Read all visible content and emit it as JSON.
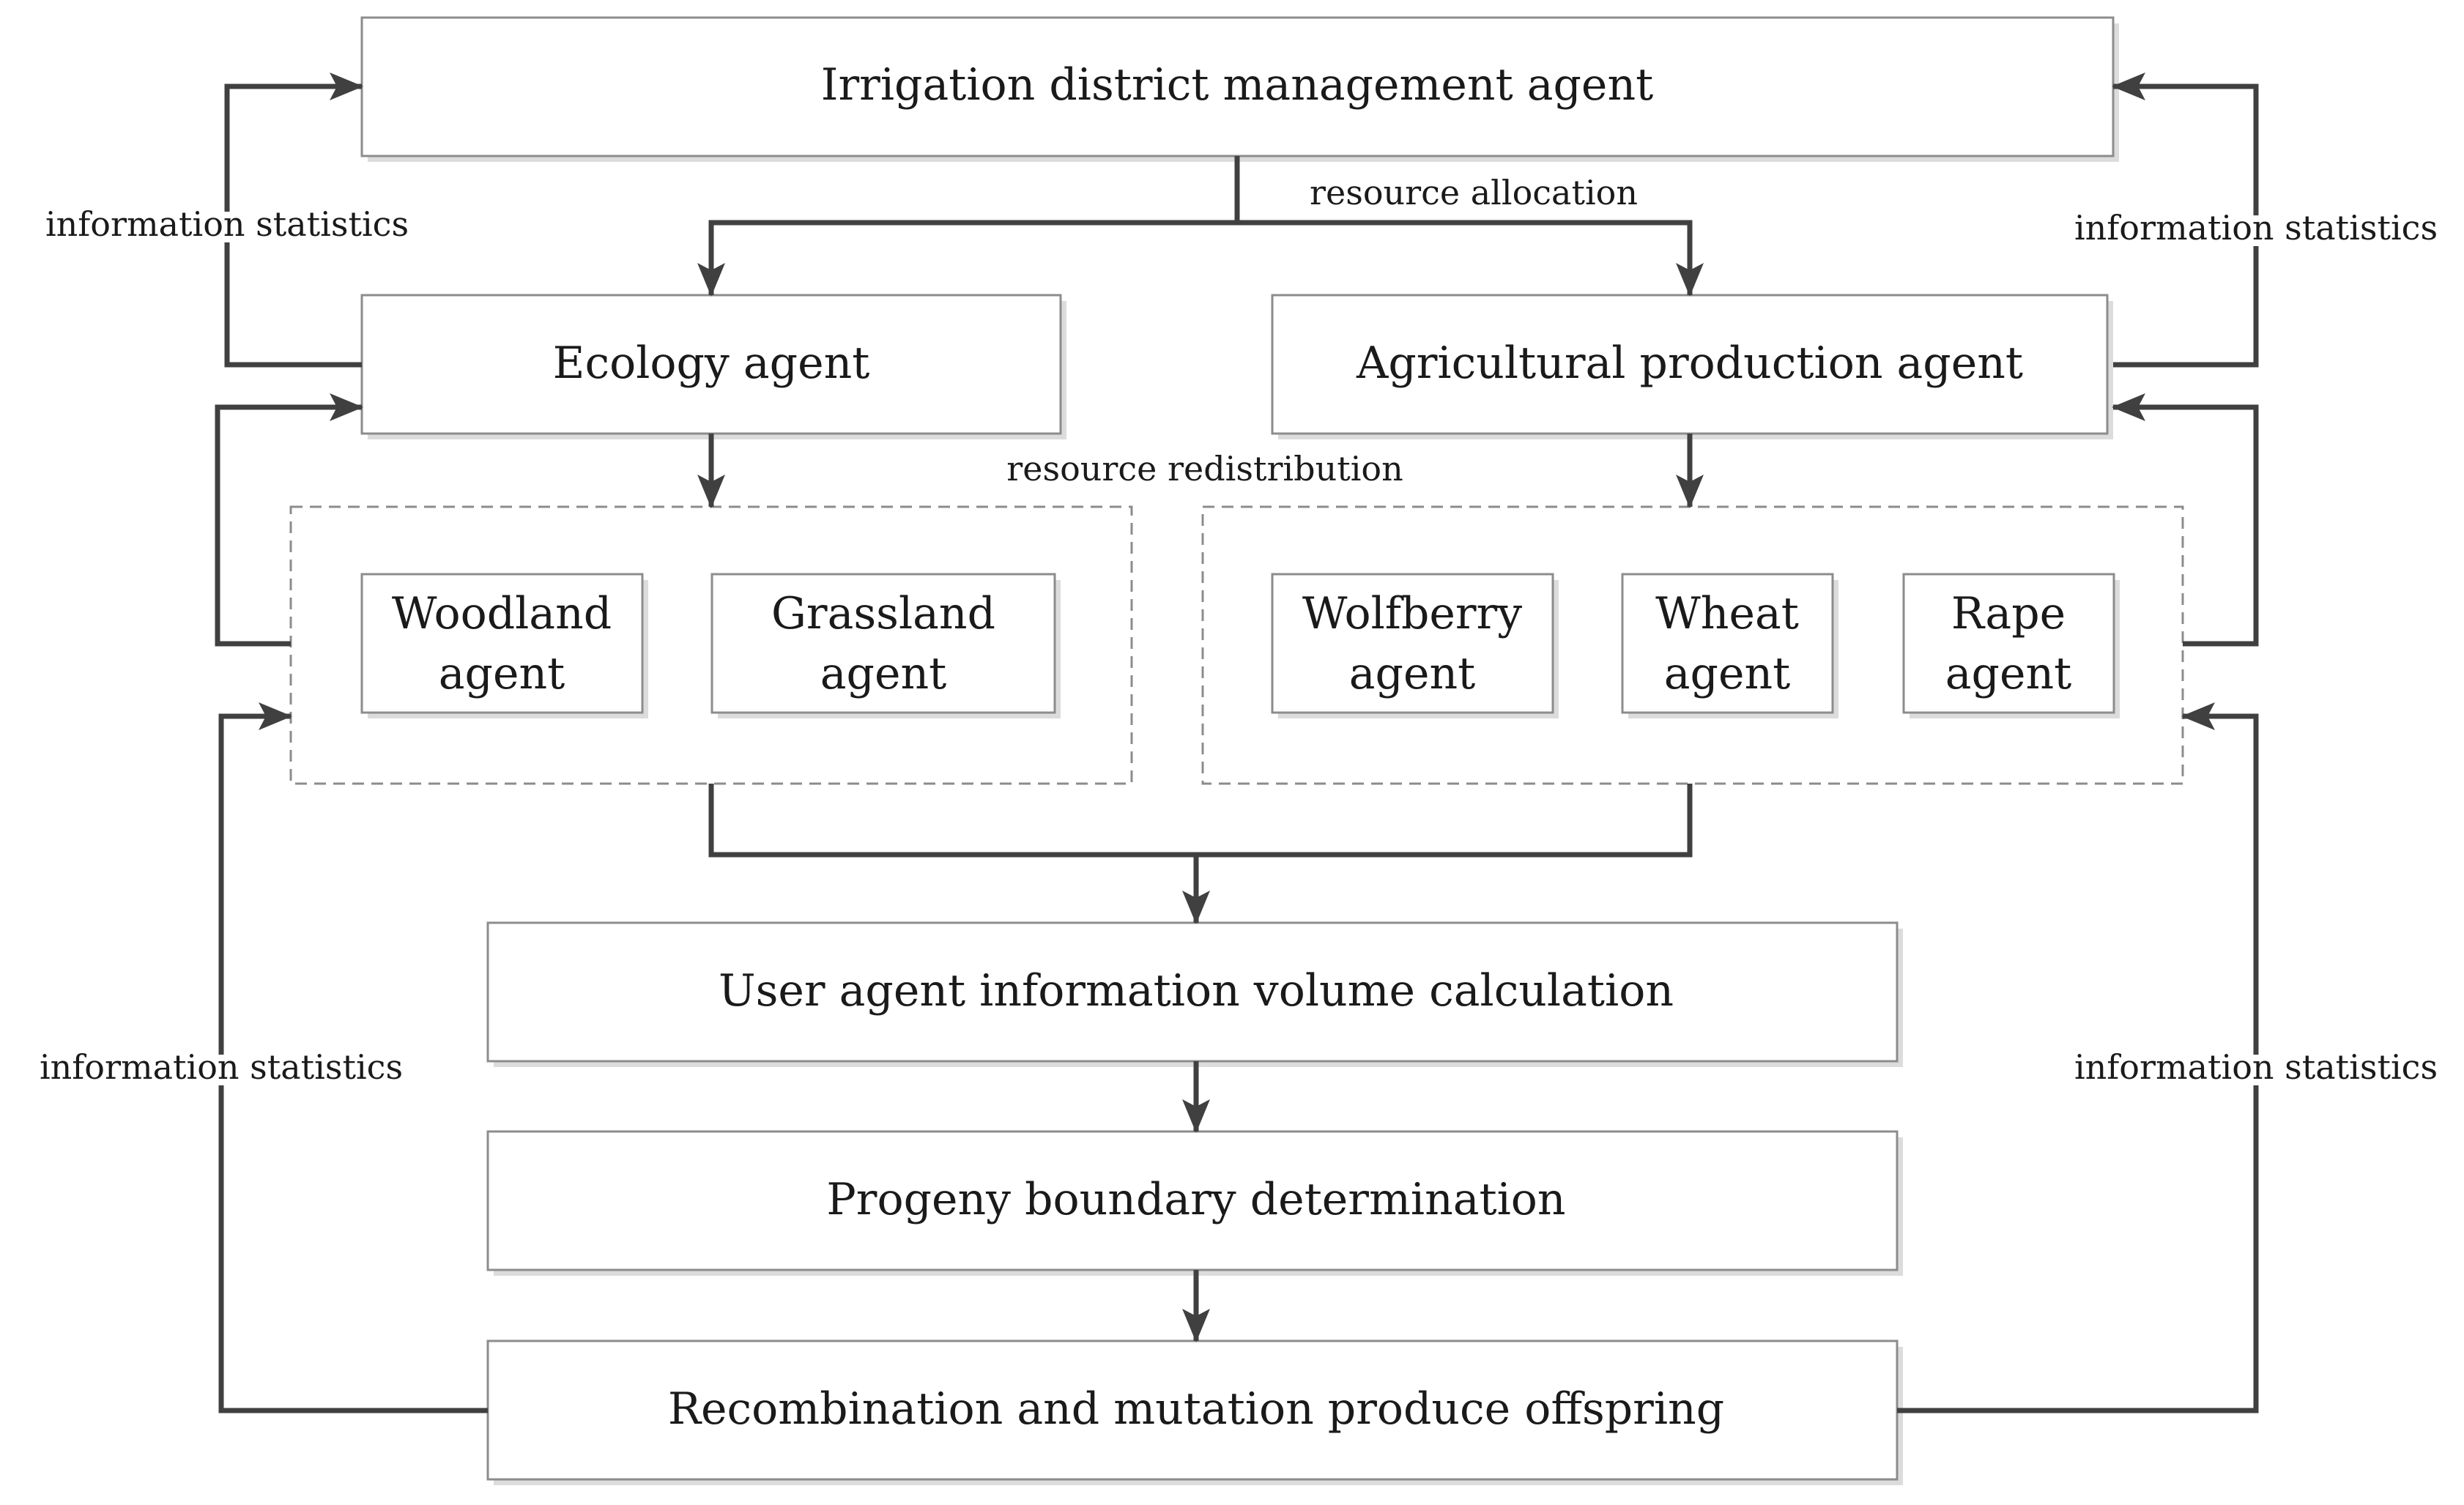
{
  "boxes": {
    "irrigation": "Irrigation district management agent",
    "ecology": "Ecology agent",
    "agricultural": "Agricultural production agent",
    "woodland": [
      "Woodland",
      "agent"
    ],
    "grassland": [
      "Grassland",
      "agent"
    ],
    "wolfberry": [
      "Wolfberry",
      "agent"
    ],
    "wheat": [
      "Wheat",
      "agent"
    ],
    "rape": [
      "Rape",
      "agent"
    ],
    "user_info": "User agent information volume calculation",
    "progeny": "Progeny boundary determination",
    "recombination": "Recombination and mutation produce offspring"
  },
  "labels": {
    "resource_allocation": "resource allocation",
    "resource_redistribution": "resource redistribution",
    "info_stats_top_left": "information statistics",
    "info_stats_top_right": "information statistics",
    "info_stats_bottom_left": "information statistics",
    "info_stats_bottom_right": "information statistics"
  },
  "colors": {
    "line": "#404040",
    "box_border": "#8c8c8c",
    "text": "#1a1a1a"
  }
}
